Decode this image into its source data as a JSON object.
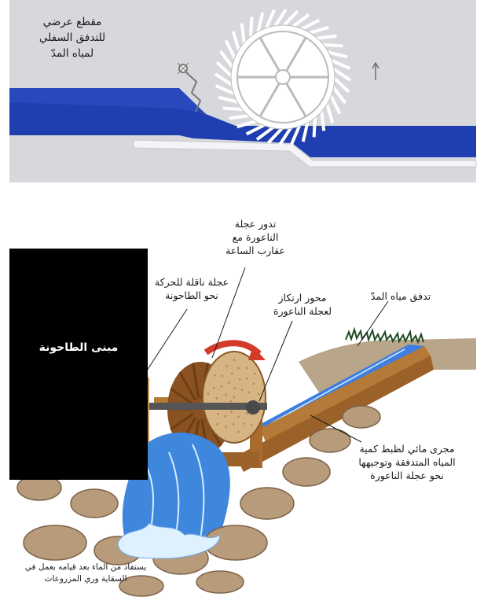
{
  "top_panel": {
    "title_lines": [
      "مقطع عرضي",
      "للتدفق السفلي",
      "لمياه المدّ"
    ]
  },
  "labels": {
    "rotation": [
      "تدور عجلة",
      "الناعورة مع",
      "عقارب الساعة"
    ],
    "transmission_wheel": [
      "عجلة ناقلة للحركة",
      "نحو الطاحونة"
    ],
    "axle": [
      "محور ارتكاز",
      "لعجلة الناعورة"
    ],
    "tide_flow": [
      "تدفق مياه المدّ"
    ],
    "channel": [
      "مجرى مائي لظبط كمية",
      "المياه المتدفقة وتوجيهها",
      "نحو عجلة الناعورة"
    ],
    "mill_building": "مبنى الطاحونة",
    "outflow": [
      "يستفاد من الماء بعد قيامه بعمل في",
      "السقاية وري المزروعات"
    ]
  },
  "colors": {
    "water_dark": "#1f3fb0",
    "water_light": "#3d7ee0",
    "wheel_wood": "#b07a3a",
    "panel_bg": "#d7d8dc",
    "building": "#000000",
    "arrow_red": "#d23a2a"
  }
}
